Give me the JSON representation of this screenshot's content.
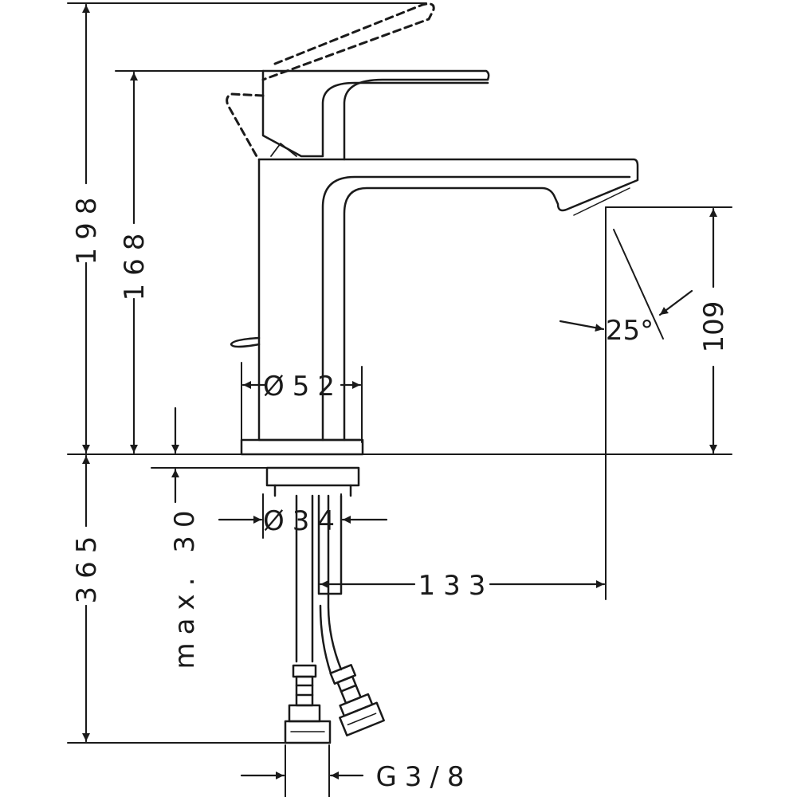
{
  "dimensions": {
    "total_height": "198",
    "lever_height": "168",
    "spout_height": "109",
    "spout_angle": "25°",
    "body_diameter": "Ø52",
    "shank_diameter": "Ø34",
    "below_deck_length": "365",
    "max_deck_thickness": "max. 30",
    "spout_reach": "133",
    "connection_thread": "G3/8"
  },
  "colors": {
    "line": "#1a1a1a",
    "background": "#ffffff"
  }
}
